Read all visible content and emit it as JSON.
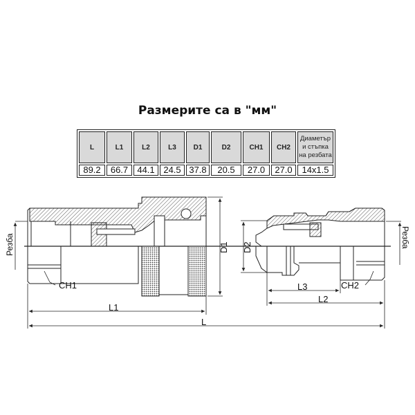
{
  "title": "Размерите са в \"мм\"",
  "table": {
    "headers": [
      "L",
      "L1",
      "L2",
      "L3",
      "D1",
      "D2",
      "CH1",
      "CH2",
      "Диаметър и стъпка на резбата"
    ],
    "values": [
      "89.2",
      "66.7",
      "44.1",
      "24.5",
      "37.8",
      "20.5",
      "27.0",
      "27.0",
      "14x1.5"
    ]
  },
  "drawing": {
    "labels": {
      "thread_left": "Резба",
      "thread_right": "Резба",
      "ch1": "CH1",
      "ch2": "CH2",
      "l": "L",
      "l1": "L1",
      "l2": "L2",
      "l3": "L3",
      "d1": "D1",
      "d2": "D2"
    }
  }
}
